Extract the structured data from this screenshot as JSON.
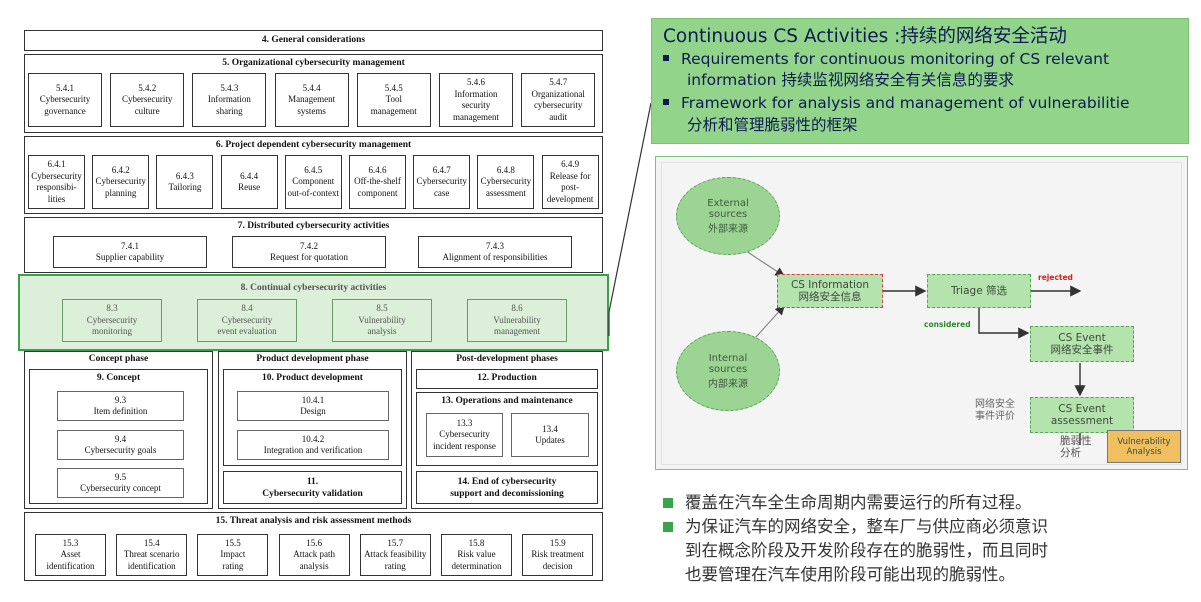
{
  "framework": {
    "general": "4. General considerations",
    "org": {
      "title": "5. Organizational cybersecurity management",
      "items": [
        [
          "5.4.1",
          "Cybersecurity",
          "governance"
        ],
        [
          "5.4.2",
          "Cybersecurity",
          "culture"
        ],
        [
          "5.4.3",
          "Information",
          "sharing"
        ],
        [
          "5.4.4",
          "Management",
          "systems"
        ],
        [
          "5.4.5",
          "Tool",
          "management"
        ],
        [
          "5.4.6",
          "Information",
          "security",
          "management"
        ],
        [
          "5.4.7",
          "Organizational",
          "cybersecurity",
          "audit"
        ]
      ]
    },
    "project": {
      "title": "6. Project dependent cybersecurity management",
      "items": [
        [
          "6.4.1",
          "Cybersecurity",
          "responsibi-",
          "lities"
        ],
        [
          "6.4.2",
          "Cybersecurity",
          "planning"
        ],
        [
          "6.4.3",
          "Tailoring"
        ],
        [
          "6.4.4",
          "Reuse"
        ],
        [
          "6.4.5",
          "Component",
          "out-of-context"
        ],
        [
          "6.4.6",
          "Off-the-shelf",
          "component"
        ],
        [
          "6.4.7",
          "Cybersecurity",
          "case"
        ],
        [
          "6.4.8",
          "Cybersecurity",
          "assessment"
        ],
        [
          "6.4.9",
          "Release for",
          "post-",
          "development"
        ]
      ]
    },
    "distributed": {
      "title": "7. Distributed cybersecurity activities",
      "items": [
        [
          "7.4.1",
          "Supplier capability"
        ],
        [
          "7.4.2",
          "Request for quotation"
        ],
        [
          "7.4.3",
          "Alignment of responsibilities"
        ]
      ]
    },
    "continual": {
      "title": "8. Continual cybersecurity activities",
      "items": [
        [
          "8.3",
          "Cybersecurity",
          "monitoring"
        ],
        [
          "8.4",
          "Cybersecurity",
          "event evaluation"
        ],
        [
          "8.5",
          "Vulnerability",
          "analysis"
        ],
        [
          "8.6",
          "Vulnerability",
          "management"
        ]
      ]
    },
    "concept": {
      "phase": "Concept phase",
      "title": "9. Concept",
      "items": [
        [
          "9.3",
          "Item definition"
        ],
        [
          "9.4",
          "Cybersecurity goals"
        ],
        [
          "9.5",
          "Cybersecurity concept"
        ]
      ]
    },
    "product": {
      "phase": "Product development phase",
      "title": "10. Product development",
      "items": [
        [
          "10.4.1",
          "Design"
        ],
        [
          "10.4.2",
          "Integration and verification"
        ]
      ],
      "validation": [
        "11.",
        "Cybersecurity validation"
      ]
    },
    "post": {
      "phase": "Post-development phases",
      "production": "12. Production",
      "ops_title": "13. Operations and maintenance",
      "ops_items": [
        [
          "13.3",
          "Cybersecurity",
          "incident response"
        ],
        [
          "13.4",
          "Updates"
        ]
      ],
      "end": [
        "14. End of cybersecurity",
        "support and decomissioning"
      ]
    },
    "tara": {
      "title": "15. Threat analysis and risk assessment methods",
      "items": [
        [
          "15.3",
          "Asset",
          "identification"
        ],
        [
          "15.4",
          "Threat scenario",
          "identification"
        ],
        [
          "15.5",
          "Impact",
          "rating"
        ],
        [
          "15.6",
          "Attack path",
          "analysis"
        ],
        [
          "15.7",
          "Attack feasibility",
          "rating"
        ],
        [
          "15.8",
          "Risk value",
          "determination"
        ],
        [
          "15.9",
          "Risk treatment",
          "decision"
        ]
      ]
    }
  },
  "banner": {
    "heading": "Continuous CS Activities :持续的网络安全活动",
    "bullet1_line1": "Requirements for continuous monitoring of CS relevant",
    "bullet1_line2": "information 持续监视网络安全有关信息的要求",
    "bullet2_line1": "Framework for analysis and management of vulnerabilitie",
    "bullet2_line2": "分析和管理脆弱性的框架"
  },
  "flow": {
    "external": [
      "External",
      "sources",
      "外部来源"
    ],
    "internal": [
      "Internal",
      "sources",
      "内部来源"
    ],
    "cs_info": [
      "CS Information",
      "网络安全信息"
    ],
    "triage": "Triage 筛选",
    "rejected": "rejected",
    "considered": "considered",
    "cs_event": [
      "CS Event",
      "网络安全事件"
    ],
    "event_assessment": [
      "CS Event",
      "assessment"
    ],
    "assessment_cn": [
      "网络安全",
      "事件评价"
    ],
    "vuln_cn": [
      "脆弱性",
      "分析"
    ],
    "vuln_analysis": [
      "Vulnerability",
      "Analysis"
    ]
  },
  "notes": {
    "line1": "覆盖在汽车全生命周期内需要运行的所有过程。",
    "line2": "为保证汽车的网络安全，整车厂与供应商必须意识",
    "line3": "到在概念阶段及开发阶段存在的脆弱性，而且同时",
    "line4": "也要管理在汽车使用阶段可能出现的脆弱性。"
  },
  "colors": {
    "banner_bg": "#92d58a",
    "highlight_border": "#3aa04a",
    "node_fill": "#b5e3ad",
    "cs_info_border": "#e04040",
    "vuln_fill": "#f0c060",
    "rejected_text": "#d42020",
    "considered_text": "#2a8a2a"
  }
}
